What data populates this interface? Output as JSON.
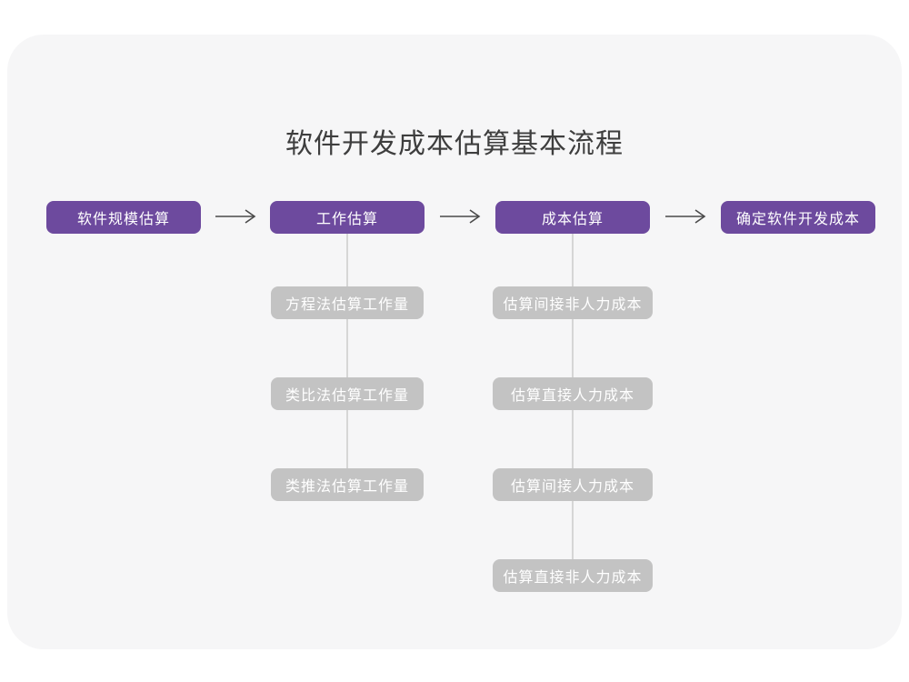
{
  "page": {
    "title": "软件开发成本估算基本流程"
  },
  "flow": {
    "stages": [
      {
        "label": "软件规模估算",
        "substeps": []
      },
      {
        "label": "工作估算",
        "substeps": [
          "方程法估算工作量",
          "类比法估算工作量",
          "类推法估算工作量"
        ]
      },
      {
        "label": "成本估算",
        "substeps": [
          "估算间接非人力成本",
          "估算直接人力成本",
          "估算间接人力成本",
          "估算直接非人力成本"
        ]
      },
      {
        "label": "确定软件开发成本",
        "substeps": []
      }
    ],
    "arrow_icon": "long-right-arrow"
  },
  "colors": {
    "card_bg": "#F6F6F7",
    "stage_bg": "#6D4A9E",
    "substep_bg": "#C3C3C3",
    "connector": "#D6D6D6",
    "arrow": "#4A4A4A",
    "title_text": "#3E3E3E",
    "node_text": "#FFFFFF"
  }
}
